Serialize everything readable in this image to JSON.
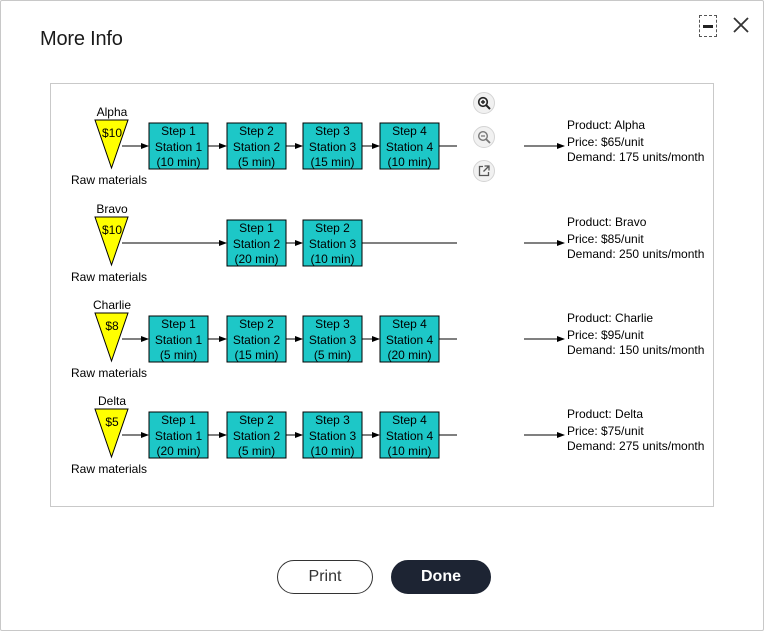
{
  "dialog": {
    "title": "More Info",
    "minimize_icon": "minimize-icon",
    "close_icon": "close-icon",
    "print_label": "Print",
    "done_label": "Done"
  },
  "figure_tools": [
    "zoom-in-icon",
    "zoom-out-icon",
    "popout-icon"
  ],
  "diagram": {
    "raw_label": "Raw materials",
    "products": [
      {
        "name": "Alpha",
        "cost": "$10",
        "steps": [
          {
            "step": "Step 1",
            "station": "Station 1",
            "time": "(10 min)"
          },
          {
            "step": "Step 2",
            "station": "Station 2",
            "time": "(5 min)"
          },
          {
            "step": "Step 3",
            "station": "Station 3",
            "time": "(15 min)"
          },
          {
            "step": "Step 4",
            "station": "Station 4",
            "time": "(10 min)"
          }
        ],
        "out_product": "Product: Alpha",
        "out_price": "Price: $65/unit",
        "out_demand": "Demand: 175 units/month"
      },
      {
        "name": "Bravo",
        "cost": "$10",
        "steps": [
          {
            "step": "Step 1",
            "station": "Station 2",
            "time": "(20 min)"
          },
          {
            "step": "Step 2",
            "station": "Station 3",
            "time": "(10 min)"
          }
        ],
        "out_product": "Product: Bravo",
        "out_price": "Price: $85/unit",
        "out_demand": "Demand: 250 units/month"
      },
      {
        "name": "Charlie",
        "cost": "$8",
        "steps": [
          {
            "step": "Step 1",
            "station": "Station 1",
            "time": "(5 min)"
          },
          {
            "step": "Step 2",
            "station": "Station 2",
            "time": "(15 min)"
          },
          {
            "step": "Step 3",
            "station": "Station 3",
            "time": "(5 min)"
          },
          {
            "step": "Step 4",
            "station": "Station 4",
            "time": "(20 min)"
          }
        ],
        "out_product": "Product: Charlie",
        "out_price": "Price: $95/unit",
        "out_demand": "Demand: 150 units/month"
      },
      {
        "name": "Delta",
        "cost": "$5",
        "steps": [
          {
            "step": "Step 1",
            "station": "Station 1",
            "time": "(20 min)"
          },
          {
            "step": "Step 2",
            "station": "Station 2",
            "time": "(5 min)"
          },
          {
            "step": "Step 3",
            "station": "Station 3",
            "time": "(10 min)"
          },
          {
            "step": "Step 4",
            "station": "Station 4",
            "time": "(10 min)"
          }
        ],
        "out_product": "Product: Delta",
        "out_price": "Price: $75/unit",
        "out_demand": "Demand: 275 units/month"
      }
    ]
  },
  "colors": {
    "step_box": "#1dc7c7",
    "raw_triangle": "#ffff00",
    "done_button": "#1d2433"
  }
}
